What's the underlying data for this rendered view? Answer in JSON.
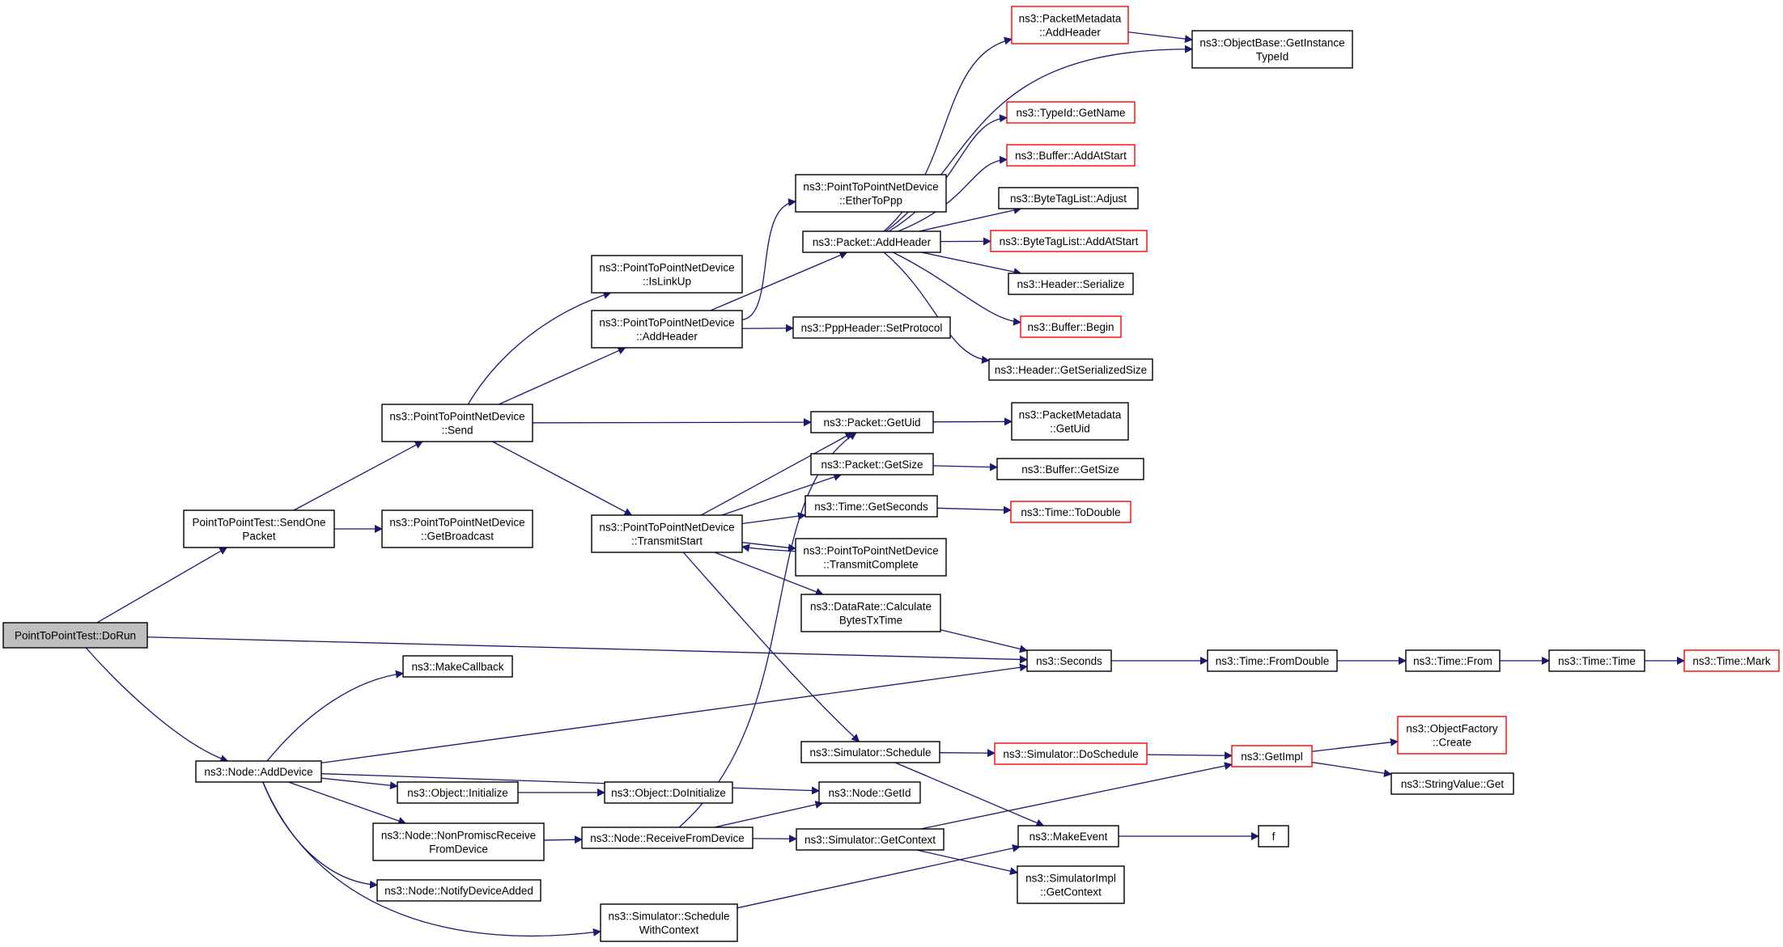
{
  "colors": {
    "edge": "#191970",
    "node_border": "#000000",
    "truncated_border": "#ff0000",
    "root_fill": "#bfbfbf",
    "background": "#ffffff"
  },
  "nodes": [
    {
      "id": "dorun",
      "lines": [
        "PointToPointTest::DoRun"
      ],
      "root": true
    },
    {
      "id": "sendone",
      "lines": [
        "PointToPointTest::SendOne",
        "Packet"
      ]
    },
    {
      "id": "adddevice",
      "lines": [
        "ns3::Node::AddDevice"
      ]
    },
    {
      "id": "p2psend",
      "lines": [
        "ns3::PointToPointNetDevice",
        "::Send"
      ]
    },
    {
      "id": "getbroadcast",
      "lines": [
        "ns3::PointToPointNetDevice",
        "::GetBroadcast"
      ]
    },
    {
      "id": "makecallback",
      "lines": [
        "ns3::MakeCallback"
      ]
    },
    {
      "id": "objinit",
      "lines": [
        "ns3::Object::Initialize"
      ]
    },
    {
      "id": "nonpromisc",
      "lines": [
        "ns3::Node::NonPromiscReceive",
        "FromDevice"
      ]
    },
    {
      "id": "notifyadded",
      "lines": [
        "ns3::Node::NotifyDeviceAdded"
      ]
    },
    {
      "id": "islinkup",
      "lines": [
        "ns3::PointToPointNetDevice",
        "::IsLinkUp"
      ]
    },
    {
      "id": "p2paddheader",
      "lines": [
        "ns3::PointToPointNetDevice",
        "::AddHeader"
      ]
    },
    {
      "id": "transmitstart",
      "lines": [
        "ns3::PointToPointNetDevice",
        "::TransmitStart"
      ]
    },
    {
      "id": "objdoinit",
      "lines": [
        "ns3::Object::DoInitialize"
      ]
    },
    {
      "id": "receivefromdevice",
      "lines": [
        "ns3::Node::ReceiveFromDevice"
      ]
    },
    {
      "id": "schedwithctx",
      "lines": [
        "ns3::Simulator::Schedule",
        "WithContext"
      ]
    },
    {
      "id": "ethertoppp",
      "lines": [
        "ns3::PointToPointNetDevice",
        "::EtherToPpp"
      ]
    },
    {
      "id": "pktaddheader",
      "lines": [
        "ns3::Packet::AddHeader"
      ]
    },
    {
      "id": "pppsetproto",
      "lines": [
        "ns3::PppHeader::SetProtocol"
      ]
    },
    {
      "id": "getuid",
      "lines": [
        "ns3::Packet::GetUid"
      ]
    },
    {
      "id": "getsize",
      "lines": [
        "ns3::Packet::GetSize"
      ]
    },
    {
      "id": "getseconds",
      "lines": [
        "ns3::Time::GetSeconds"
      ]
    },
    {
      "id": "transmitcomplete",
      "lines": [
        "ns3::PointToPointNetDevice",
        "::TransmitComplete"
      ]
    },
    {
      "id": "calcbytes",
      "lines": [
        "ns3::DataRate::Calculate",
        "BytesTxTime"
      ]
    },
    {
      "id": "simschedule",
      "lines": [
        "ns3::Simulator::Schedule"
      ]
    },
    {
      "id": "nodegetid",
      "lines": [
        "ns3::Node::GetId"
      ]
    },
    {
      "id": "simgetctx",
      "lines": [
        "ns3::Simulator::GetContext"
      ]
    },
    {
      "id": "pmaddheader",
      "lines": [
        "ns3::PacketMetadata",
        "::AddHeader"
      ],
      "truncated": true
    },
    {
      "id": "typeidgetname",
      "lines": [
        "ns3::TypeId::GetName"
      ],
      "truncated": true
    },
    {
      "id": "bufaddatstart",
      "lines": [
        "ns3::Buffer::AddAtStart"
      ],
      "truncated": true
    },
    {
      "id": "btladjust",
      "lines": [
        "ns3::ByteTagList::Adjust"
      ]
    },
    {
      "id": "btladdatstart",
      "lines": [
        "ns3::ByteTagList::AddAtStart"
      ],
      "truncated": true
    },
    {
      "id": "hdrserialize",
      "lines": [
        "ns3::Header::Serialize"
      ]
    },
    {
      "id": "bufbegin",
      "lines": [
        "ns3::Buffer::Begin"
      ],
      "truncated": true
    },
    {
      "id": "hdrgetsize",
      "lines": [
        "ns3::Header::GetSerializedSize"
      ]
    },
    {
      "id": "pmgetuid",
      "lines": [
        "ns3::PacketMetadata",
        "::GetUid"
      ]
    },
    {
      "id": "bufgetsize",
      "lines": [
        "ns3::Buffer::GetSize"
      ]
    },
    {
      "id": "timetodouble",
      "lines": [
        "ns3::Time::ToDouble"
      ],
      "truncated": true
    },
    {
      "id": "seconds",
      "lines": [
        "ns3::Seconds"
      ]
    },
    {
      "id": "simdoschedule",
      "lines": [
        "ns3::Simulator::DoSchedule"
      ],
      "truncated": true
    },
    {
      "id": "makeevent",
      "lines": [
        "ns3::MakeEvent"
      ]
    },
    {
      "id": "simimplgetctx",
      "lines": [
        "ns3::SimulatorImpl",
        "::GetContext"
      ]
    },
    {
      "id": "objbasegettid",
      "lines": [
        "ns3::ObjectBase::GetInstance",
        "TypeId"
      ]
    },
    {
      "id": "timefromdouble",
      "lines": [
        "ns3::Time::FromDouble"
      ]
    },
    {
      "id": "timefrom",
      "lines": [
        "ns3::Time::From"
      ]
    },
    {
      "id": "timetime",
      "lines": [
        "ns3::Time::Time"
      ]
    },
    {
      "id": "timemark",
      "lines": [
        "ns3::Time::Mark"
      ],
      "truncated": true
    },
    {
      "id": "getimpl",
      "lines": [
        "ns3::GetImpl"
      ],
      "truncated": true
    },
    {
      "id": "objfactcreate",
      "lines": [
        "ns3::ObjectFactory",
        "::Create"
      ],
      "truncated": true
    },
    {
      "id": "strvalget",
      "lines": [
        "ns3::StringValue::Get"
      ]
    },
    {
      "id": "f",
      "lines": [
        "f"
      ]
    }
  ],
  "edges": [
    [
      "dorun",
      "sendone"
    ],
    [
      "dorun",
      "adddevice"
    ],
    [
      "dorun",
      "seconds"
    ],
    [
      "sendone",
      "p2psend"
    ],
    [
      "sendone",
      "getbroadcast"
    ],
    [
      "p2psend",
      "islinkup"
    ],
    [
      "p2psend",
      "p2paddheader"
    ],
    [
      "p2psend",
      "getuid"
    ],
    [
      "p2psend",
      "transmitstart"
    ],
    [
      "p2paddheader",
      "ethertoppp"
    ],
    [
      "p2paddheader",
      "pktaddheader"
    ],
    [
      "p2paddheader",
      "pppsetproto"
    ],
    [
      "pktaddheader",
      "pmaddheader"
    ],
    [
      "pktaddheader",
      "objbasegettid"
    ],
    [
      "pktaddheader",
      "typeidgetname"
    ],
    [
      "pktaddheader",
      "bufaddatstart"
    ],
    [
      "pktaddheader",
      "btladjust"
    ],
    [
      "pktaddheader",
      "btladdatstart"
    ],
    [
      "pktaddheader",
      "hdrserialize"
    ],
    [
      "pktaddheader",
      "bufbegin"
    ],
    [
      "pktaddheader",
      "hdrgetsize"
    ],
    [
      "pmaddheader",
      "objbasegettid"
    ],
    [
      "transmitstart",
      "getuid"
    ],
    [
      "transmitstart",
      "getsize"
    ],
    [
      "transmitstart",
      "getseconds"
    ],
    [
      "transmitstart",
      "transmitcomplete"
    ],
    [
      "transmitstart",
      "calcbytes"
    ],
    [
      "transmitstart",
      "simschedule"
    ],
    [
      "transmitcomplete",
      "transmitstart"
    ],
    [
      "getuid",
      "pmgetuid"
    ],
    [
      "getsize",
      "bufgetsize"
    ],
    [
      "getseconds",
      "timetodouble"
    ],
    [
      "calcbytes",
      "seconds"
    ],
    [
      "seconds",
      "timefromdouble"
    ],
    [
      "timefromdouble",
      "timefrom"
    ],
    [
      "timefrom",
      "timetime"
    ],
    [
      "timetime",
      "timemark"
    ],
    [
      "adddevice",
      "makecallback"
    ],
    [
      "adddevice",
      "seconds"
    ],
    [
      "adddevice",
      "nodegetid"
    ],
    [
      "adddevice",
      "objinit"
    ],
    [
      "adddevice",
      "nonpromisc"
    ],
    [
      "adddevice",
      "notifyadded"
    ],
    [
      "adddevice",
      "schedwithctx"
    ],
    [
      "objinit",
      "objdoinit"
    ],
    [
      "nonpromisc",
      "receivefromdevice"
    ],
    [
      "receivefromdevice",
      "getuid"
    ],
    [
      "receivefromdevice",
      "nodegetid"
    ],
    [
      "receivefromdevice",
      "simgetctx"
    ],
    [
      "simschedule",
      "simdoschedule"
    ],
    [
      "simschedule",
      "makeevent"
    ],
    [
      "simdoschedule",
      "getimpl"
    ],
    [
      "simgetctx",
      "getimpl"
    ],
    [
      "simgetctx",
      "simimplgetctx"
    ],
    [
      "schedwithctx",
      "makeevent"
    ],
    [
      "getimpl",
      "objfactcreate"
    ],
    [
      "getimpl",
      "strvalget"
    ],
    [
      "makeevent",
      "f"
    ]
  ]
}
